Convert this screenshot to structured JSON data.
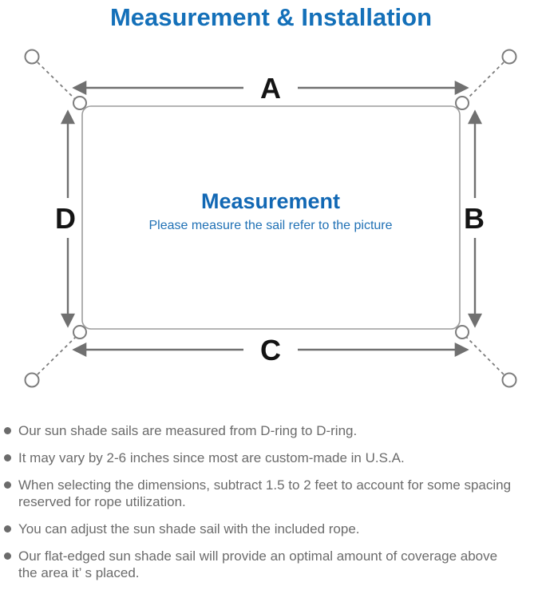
{
  "page": {
    "title": "Measurement & Installation"
  },
  "diagram": {
    "center": {
      "title": "Measurement",
      "subtitle": "Please measure the sail refer to the picture"
    },
    "dimension_labels": {
      "top": "A",
      "right": "B",
      "bottom": "C",
      "left": "D"
    },
    "colors": {
      "title_blue": "#1470b9",
      "center_blue": "#1268b4",
      "subtitle_blue": "#2071b5",
      "note_gray": "#6b6b6b",
      "border_gray": "#9c9c9c",
      "arrow_gray": "#707070",
      "ring_gray": "#7d7d7d"
    }
  },
  "notes": [
    {
      "text": "Our sun shade sails are measured from D-ring to D-ring."
    },
    {
      "text": "It may vary by 2-6 inches since most are custom-made in U.S.A."
    },
    {
      "text": "When selecting the dimensions, subtract 1.5 to 2 feet to account for some spacing\nreserved for rope utilization."
    },
    {
      "text": "You can adjust the sun shade sail with the included rope."
    },
    {
      "text": "Our flat-edged sun shade sail will provide an optimal amount of coverage above\nthe area it’ s placed."
    }
  ]
}
